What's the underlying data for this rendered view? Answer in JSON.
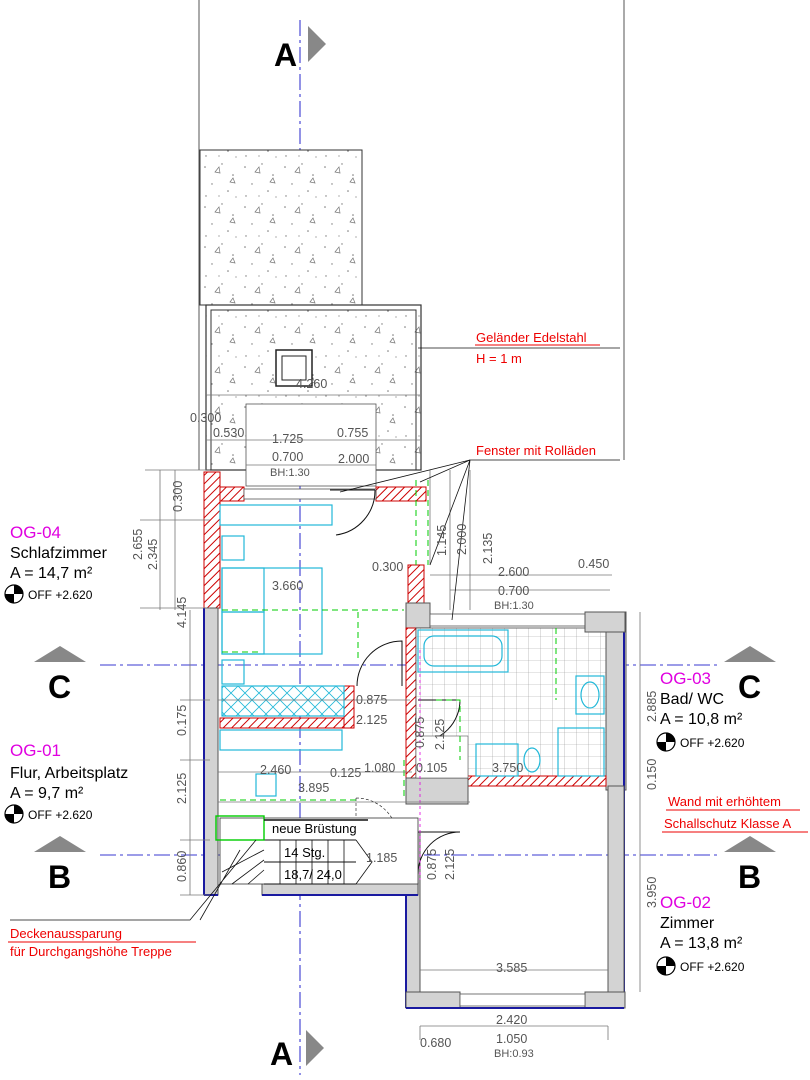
{
  "sections": {
    "a_top": "A",
    "a_bottom": "A",
    "c_left": "C",
    "c_right": "C",
    "b_left": "B",
    "b_right": "B"
  },
  "rooms": [
    {
      "code": "OG-04",
      "name": "Schlafzimmer",
      "area": "A = 14,7 m²",
      "level": "OFF +2.620"
    },
    {
      "code": "OG-01",
      "name": "Flur, Arbeitsplatz",
      "area": "A = 9,7 m²",
      "level": "OFF +2.620"
    },
    {
      "code": "OG-03",
      "name": "Bad/ WC",
      "area": "A = 10,8 m²",
      "level": "OFF +2.620"
    },
    {
      "code": "OG-02",
      "name": "Zimmer",
      "area": "A = 13,8 m²",
      "level": "OFF +2.620"
    }
  ],
  "notes": {
    "gelaender_1": "Geländer Edelstahl",
    "gelaender_2": "H = 1 m",
    "fenster": "Fenster mit Rolläden",
    "wand_1": "Wand mit erhöhtem",
    "wand_2": "Schallschutz Klasse A",
    "decken_1": "Deckenaussparung",
    "decken_2": "für Durchgangshöhe Treppe",
    "bruestung": "neue Brüstung"
  },
  "stair": {
    "steps": "14 Stg.",
    "ratio": "18,7/ 24,0"
  },
  "dimensions": {
    "d4260": "4.260",
    "d0300a": "0.300",
    "d0530": "0.530",
    "d1725": "1.725",
    "d0755": "0.755",
    "d0700a": "0.700",
    "bh130a": "BH:1.30",
    "d2000a": "2.000",
    "d0300b": "0.300",
    "d2655": "2.655",
    "d2345": "2.345",
    "d4145": "4.145",
    "d1145": "1.145",
    "d2000b": "2.000",
    "d2135": "2.135",
    "d3660": "3.660",
    "d0300c": "0.300",
    "d2600": "2.600",
    "d0450": "0.450",
    "d0700b": "0.700",
    "bh130b": "BH:1.30",
    "d0875a": "0.875",
    "d2125a": "2.125",
    "d0875b": "0.875",
    "d2125b": "2.125",
    "d0175": "0.175",
    "d2125c": "2.125",
    "d2460": "2.460",
    "d0125": "0.125",
    "d1080": "1.080",
    "d0105": "0.105",
    "d3750": "3.750",
    "d3895": "3.895",
    "d2885": "2.885",
    "d0150": "0.150",
    "d1185": "1.185",
    "d0875c": "0.875",
    "d2125d": "2.125",
    "d0860": "0.860",
    "d3950": "3.950",
    "d3585": "3.585",
    "d2420": "2.420",
    "d0680": "0.680",
    "d1050": "1.050",
    "bh093": "BH:0.93"
  }
}
